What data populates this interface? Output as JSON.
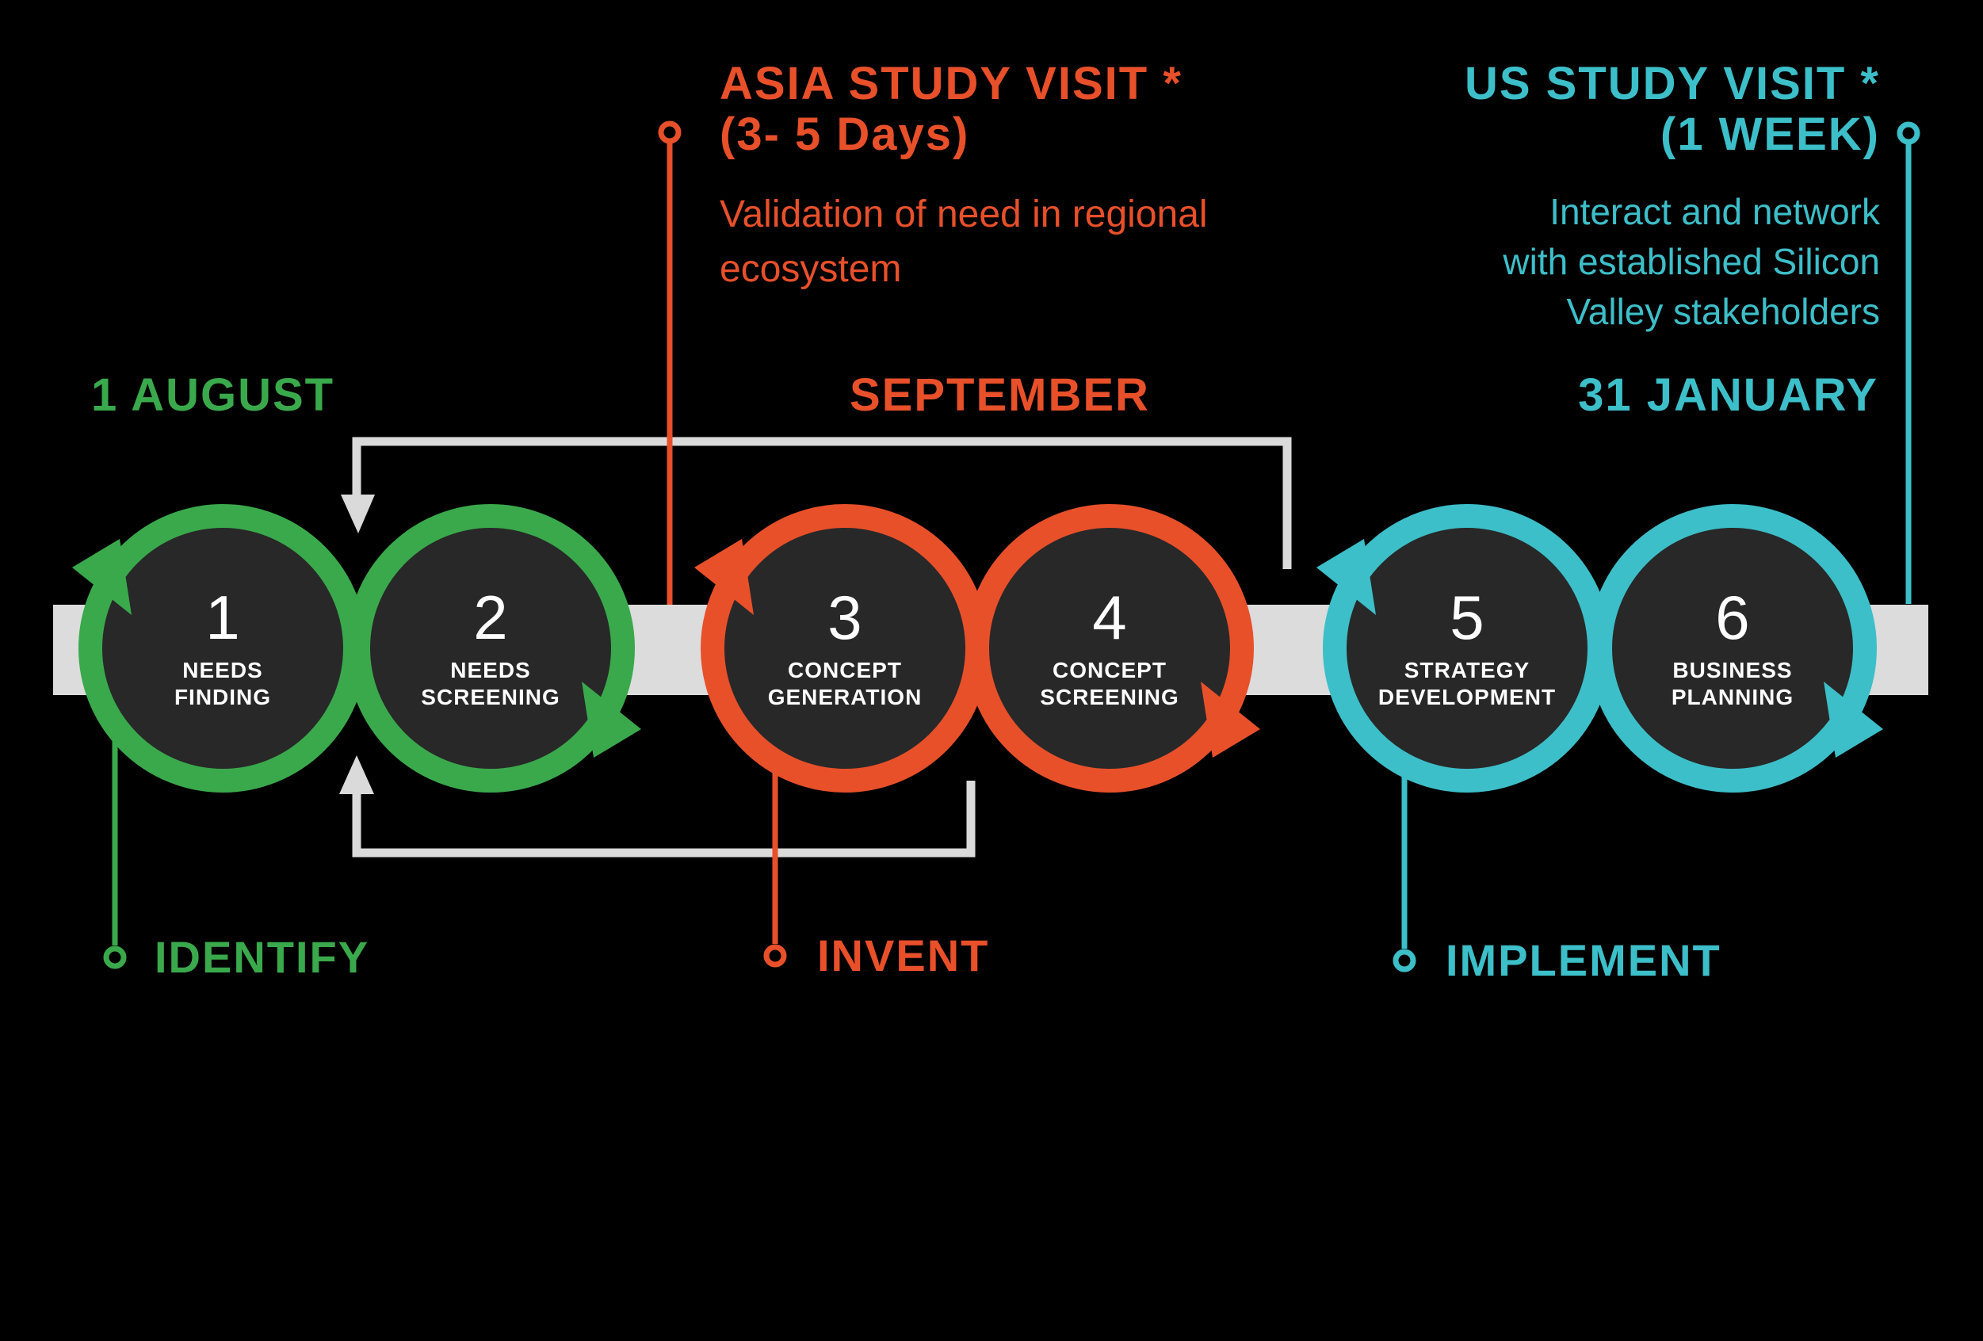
{
  "colors": {
    "background": "#000000",
    "timeline_band": "#dcdcdc",
    "bracket_gray": "#dadada",
    "green": "#3aa94c",
    "red": "#e8502a",
    "cyan": "#3cbfc9",
    "circle_fill": "#282828",
    "circle_text": "#ffffff"
  },
  "annotations": {
    "asia": {
      "title": "ASIA STUDY VISIT *",
      "subtitle": "(3- 5 Days)",
      "body": [
        "Validation of need in regional",
        "ecosystem"
      ],
      "color": "#e8502a"
    },
    "us": {
      "title": "US STUDY VISIT *",
      "subtitle": "(1 WEEK)",
      "body": [
        "Interact and network",
        "with established Silicon",
        "Valley stakeholders"
      ],
      "color": "#3cbfc9"
    }
  },
  "dates": {
    "august": {
      "label": "1 AUGUST",
      "color": "#3aa94c"
    },
    "september": {
      "label": "SEPTEMBER",
      "color": "#e8502a"
    },
    "january": {
      "label": "31 JANUARY",
      "color": "#3cbfc9"
    }
  },
  "phases": {
    "identify": {
      "label": "IDENTIFY",
      "color": "#3aa94c"
    },
    "invent": {
      "label": "INVENT",
      "color": "#e8502a"
    },
    "implement": {
      "label": "IMPLEMENT",
      "color": "#3cbfc9"
    }
  },
  "steps": [
    {
      "number": "1",
      "label_line1": "NEEDS",
      "label_line2": "FINDING",
      "color": "#3aa94c"
    },
    {
      "number": "2",
      "label_line1": "NEEDS",
      "label_line2": "SCREENING",
      "color": "#3aa94c"
    },
    {
      "number": "3",
      "label_line1": "CONCEPT",
      "label_line2": "GENERATION",
      "color": "#e8502a"
    },
    {
      "number": "4",
      "label_line1": "CONCEPT",
      "label_line2": "SCREENING",
      "color": "#e8502a"
    },
    {
      "number": "5",
      "label_line1": "STRATEGY",
      "label_line2": "DEVELOPMENT",
      "color": "#3cbfc9"
    },
    {
      "number": "6",
      "label_line1": "BUSINESS",
      "label_line2": "PLANNING",
      "color": "#3cbfc9"
    }
  ]
}
